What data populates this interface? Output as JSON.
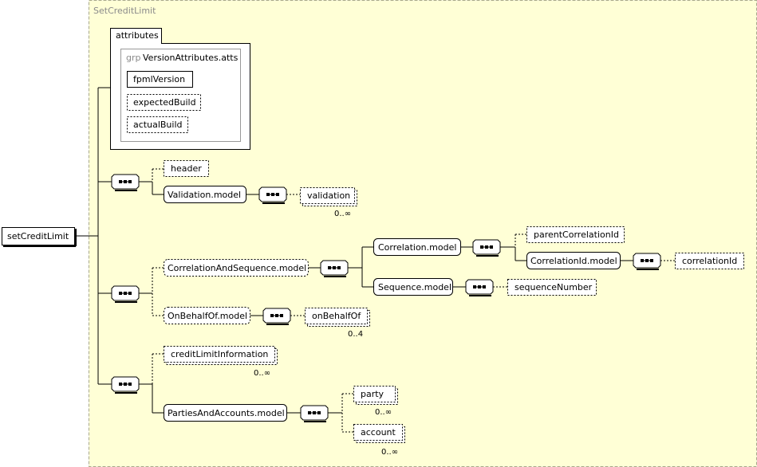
{
  "container_title": "SetCreditLimit",
  "root": "setCreditLimit",
  "attributes": {
    "tab_label": "attributes",
    "group_prefix": "grp",
    "group_name": "VersionAttributes.atts",
    "items": [
      "fpmlVersion",
      "expectedBuild",
      "actualBuild"
    ]
  },
  "nodes": {
    "header": "header",
    "validation_model": "Validation.model",
    "validation": "validation",
    "validation_card": "0..∞",
    "correlation_and_sequence_model": "CorrelationAndSequence.model",
    "correlation_model": "Correlation.model",
    "parent_correlation_id": "parentCorrelationId",
    "correlation_id_model": "CorrelationId.model",
    "correlation_id": "correlationId",
    "sequence_model": "Sequence.model",
    "sequence_number": "sequenceNumber",
    "on_behalf_of_model": "OnBehalfOf.model",
    "on_behalf_of": "onBehalfOf",
    "on_behalf_of_card": "0..4",
    "credit_limit_information": "creditLimitInformation",
    "credit_limit_information_card": "0..∞",
    "parties_and_accounts_model": "PartiesAndAccounts.model",
    "party": "party",
    "party_card": "0..∞",
    "account": "account",
    "account_card": "0..∞"
  },
  "colors": {
    "container_fill": "#ffffd6",
    "container_border": "#a8a88a",
    "stroke": "#000000",
    "box_fill": "#ffffff"
  }
}
